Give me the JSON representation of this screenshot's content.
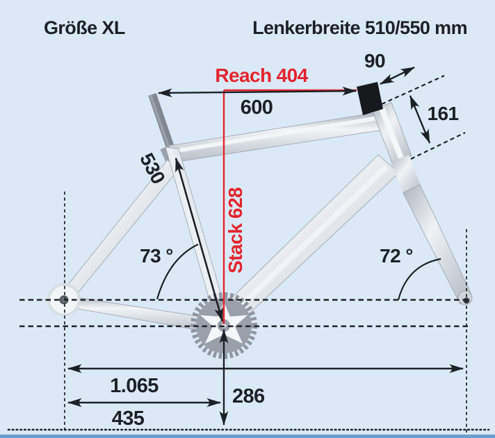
{
  "title_left": "Größe XL",
  "title_right": "Lenkerbreite 510/550 mm",
  "colors": {
    "background": "#dbe9f6",
    "red_accent": "#e2242d",
    "ink": "#1d2126",
    "tube_silver": "#d4d9df",
    "bottom_bar": "#6d9ccf"
  },
  "dimensions": {
    "reach_label": "Reach 404",
    "stack_label": "Stack 628",
    "top_tube_horizontal": "600",
    "stem_length": "90",
    "head_tube_length": "161",
    "seat_tube_length": "530",
    "seat_tube_angle": "73 °",
    "head_tube_angle": "72 °",
    "wheelbase": "1.065",
    "chainstay_length": "435",
    "bb_height": "286"
  }
}
